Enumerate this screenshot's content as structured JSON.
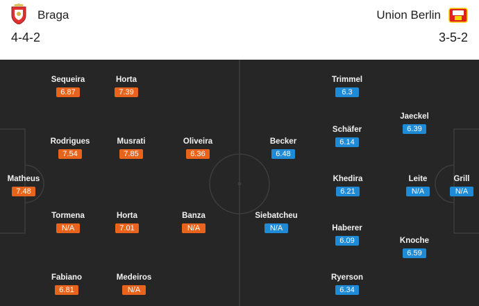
{
  "home": {
    "name": "Braga",
    "formation": "4-4-2",
    "players": [
      {
        "name": "Sequeira",
        "rating": "6.87"
      },
      {
        "name": "Horta",
        "rating": "7.39"
      },
      {
        "name": "Rodrigues",
        "rating": "7.54"
      },
      {
        "name": "Musrati",
        "rating": "7.85"
      },
      {
        "name": "Oliveira",
        "rating": "6.36"
      },
      {
        "name": "Matheus",
        "rating": "7.48"
      },
      {
        "name": "Tormena",
        "rating": "N/A"
      },
      {
        "name": "Horta",
        "rating": "7.01"
      },
      {
        "name": "Banza",
        "rating": "N/A"
      },
      {
        "name": "Fabiano",
        "rating": "6.81"
      },
      {
        "name": "Medeiros",
        "rating": "N/A"
      }
    ]
  },
  "away": {
    "name": "Union Berlin",
    "formation": "3-5-2",
    "players": [
      {
        "name": "Trimmel",
        "rating": "6.3"
      },
      {
        "name": "Jaeckel",
        "rating": "6.39"
      },
      {
        "name": "Becker",
        "rating": "6.48"
      },
      {
        "name": "Schäfer",
        "rating": "6.14"
      },
      {
        "name": "Khedira",
        "rating": "6.21"
      },
      {
        "name": "Leite",
        "rating": "N/A"
      },
      {
        "name": "Grill",
        "rating": "N/A"
      },
      {
        "name": "Siebatcheu",
        "rating": "N/A"
      },
      {
        "name": "Haberer",
        "rating": "6.09"
      },
      {
        "name": "Knoche",
        "rating": "6.59"
      },
      {
        "name": "Ryerson",
        "rating": "6.34"
      }
    ]
  },
  "colors": {
    "home_rating": "#e8641c",
    "away_rating": "#1f8ad6",
    "pitch": "#262626",
    "lines": "#3d3d3d"
  },
  "icons": {
    "home_crest": "braga-crest-icon",
    "away_crest": "union-berlin-crest-icon"
  }
}
